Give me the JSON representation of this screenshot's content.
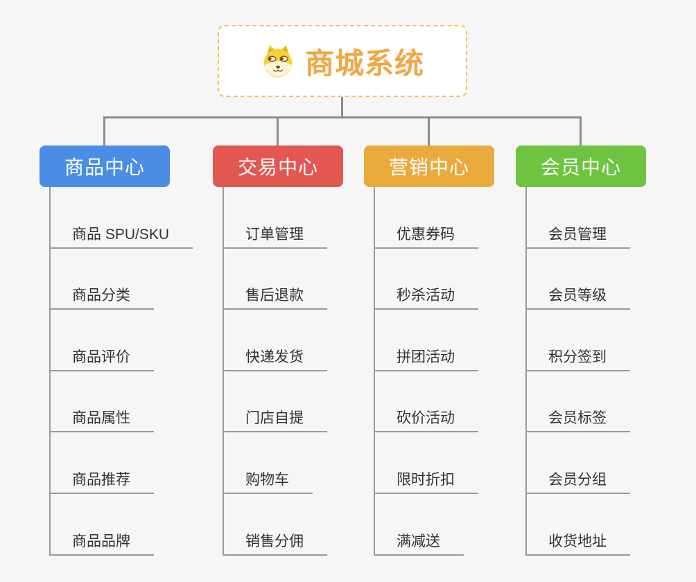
{
  "root": {
    "title": "商城系统",
    "icon": "dog-face-icon",
    "title_color": "#f0a845",
    "border_color": "#f6c44f"
  },
  "theme": {
    "canvas_background": "#f6f6f6",
    "connector_color": "#8c8c8c",
    "child_line_color": "#9a9a9a",
    "child_text_color": "#333333"
  },
  "branches": [
    {
      "label": "商品中心",
      "color": "#4b8de4",
      "children": [
        "商品 SPU/SKU",
        "商品分类",
        "商品评价",
        "商品属性",
        "商品推荐",
        "商品品牌"
      ]
    },
    {
      "label": "交易中心",
      "color": "#e25752",
      "children": [
        "订单管理",
        "售后退款",
        "快递发货",
        "门店自提",
        "购物车",
        "销售分佣"
      ]
    },
    {
      "label": "营销中心",
      "color": "#ebaa3d",
      "children": [
        "优惠券码",
        "秒杀活动",
        "拼团活动",
        "砍价活动",
        "限时折扣",
        "满减送"
      ]
    },
    {
      "label": "会员中心",
      "color": "#6ec340",
      "children": [
        "会员管理",
        "会员等级",
        "积分签到",
        "会员标签",
        "会员分组",
        "收货地址"
      ]
    }
  ]
}
